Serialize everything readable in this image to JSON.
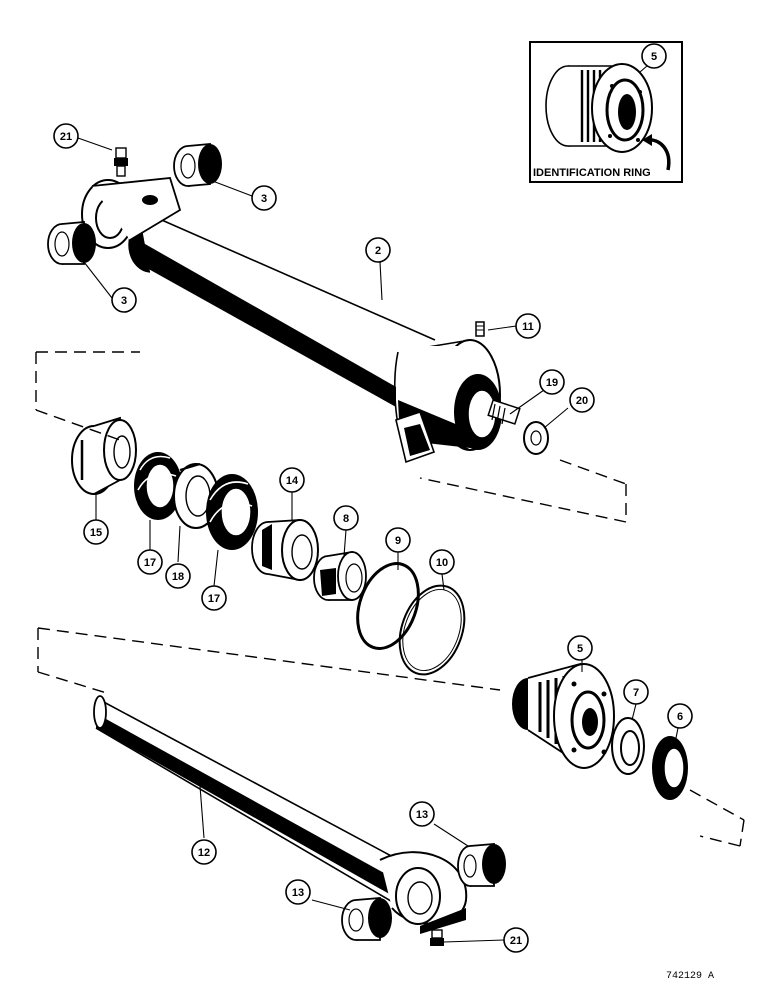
{
  "diagram": {
    "inset_label": "IDENTIFICATION RING",
    "drawing_number": "742129 A",
    "callouts": {
      "c2": "2",
      "c3a": "3",
      "c3b": "3",
      "c5_inset": "5",
      "c5": "5",
      "c6": "6",
      "c7": "7",
      "c8": "8",
      "c9": "9",
      "c10": "10",
      "c11": "11",
      "c12": "12",
      "c13a": "13",
      "c13b": "13",
      "c14": "14",
      "c15": "15",
      "c17a": "17",
      "c17b": "17",
      "c18": "18",
      "c19": "19",
      "c20": "20",
      "c21a": "21",
      "c21b": "21"
    }
  }
}
